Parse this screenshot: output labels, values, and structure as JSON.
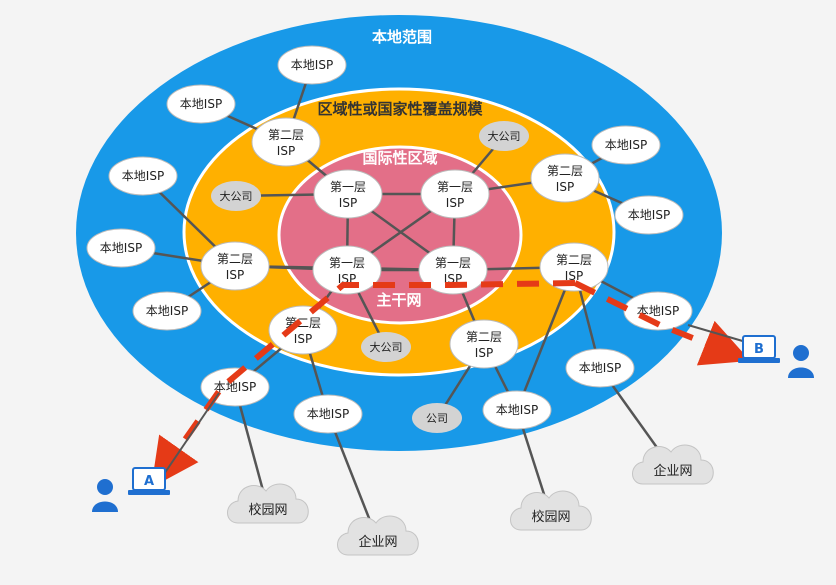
{
  "regions": {
    "local": "本地范围",
    "regional": "区域性或国家性覆盖规模",
    "international": "国际性区域",
    "backbone": "主干网"
  },
  "node_labels": {
    "local_isp": "本地ISP",
    "tier1_isp": [
      "第一层",
      "ISP"
    ],
    "tier2_isp": [
      "第二层",
      "ISP"
    ],
    "big_company": "大公司",
    "company": "公司",
    "campus_net": "校园网",
    "enterprise_net": "企业网"
  },
  "hosts": {
    "a": "A",
    "b": "B"
  },
  "colors": {
    "outer_ring": "#1899e8",
    "regional_ring": "#ffb000",
    "international_ring": "#e36f88",
    "node_fill": "#ffffff",
    "small_node_fill": "#d3d3d3",
    "link": "#555555",
    "path": "#e53a17",
    "host_icon": "#1f6fd0"
  },
  "icons": [
    "user-icon",
    "laptop-icon",
    "cloud-icon"
  ]
}
